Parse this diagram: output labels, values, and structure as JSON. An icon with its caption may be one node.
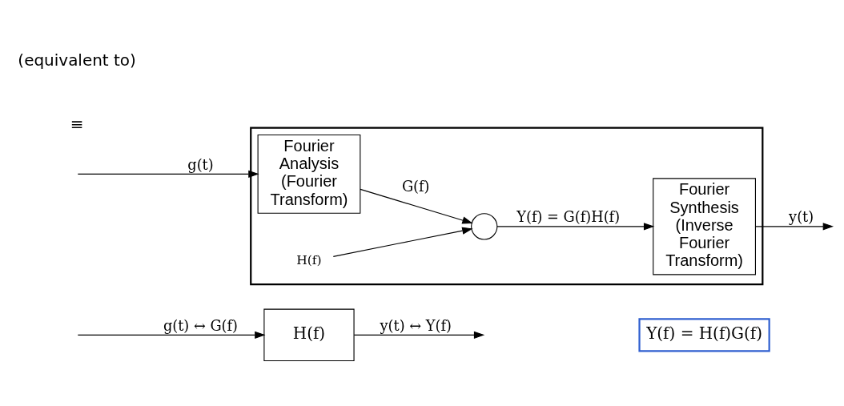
{
  "diagram": {
    "nodes": [
      {
        "text": [
          "H(f)"
        ]
      },
      {
        "text": [
          "Y(f) = H(f)G(f)"
        ]
      },
      {
        "text": [],
        "shape": "box"
      },
      {
        "text": [
          "Fourier Analysis (Fourier Transform)"
        ],
        "in": 2
      },
      {
        "text": [],
        "shape": "circle",
        "in": 2
      },
      {
        "text": [
          "H(f)"
        ],
        "in": 2
      },
      {
        "text": [
          "Fourier Synthesis (Inverse Fourier Transform)"
        ],
        "in": 2
      }
    ],
    "edges": [
      {
        "from": null,
        "to": 0,
        "arrow": "to",
        "label": "g(t) ↔ G(f)"
      },
      {
        "from": 0,
        "to": null,
        "arrow": "to",
        "label": "y(t) ↔ Y(f)"
      },
      {
        "from": null,
        "to": 3,
        "arrow": "to",
        "label": "g(t)"
      },
      {
        "from": 3,
        "to": 4,
        "arrow": "to",
        "label": "G(f)"
      },
      {
        "from": 5,
        "to": 4,
        "arrow": "to"
      },
      {
        "from": 4,
        "to": 6,
        "arrow": "to",
        "label": "Y(f) = G(f)H(f)"
      },
      {
        "from": 6,
        "to": null,
        "arrow": "to",
        "label": "y(t)"
      }
    ],
    "labels": [
      "≡",
      "(equivalent to)"
    ]
  }
}
